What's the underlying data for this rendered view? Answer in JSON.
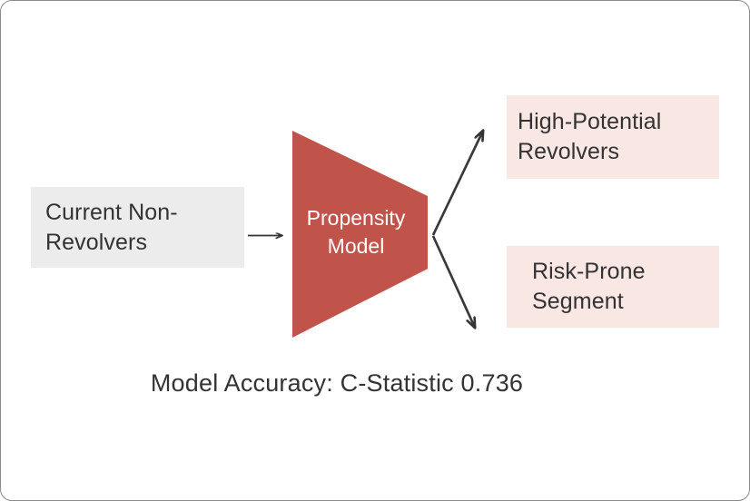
{
  "diagram": {
    "title_caption": "Model Accuracy: C-Statistic 0.736",
    "source_node": {
      "label": "Current Non-\nRevolvers",
      "fill": "#ececec"
    },
    "process_node": {
      "label": "Propensity\nModel",
      "fill": "#c0544a",
      "text_color": "#ffffff",
      "shape": "funnel-right"
    },
    "outcome_nodes": [
      {
        "label": "High-Potential\nRevolvers",
        "fill": "#f8e7e3"
      },
      {
        "label": "Risk-Prone\nSegment",
        "fill": "#f8e7e3"
      }
    ],
    "connectors": [
      {
        "name": "input-arrow",
        "from": "Current Non-Revolvers",
        "to": "Propensity Model"
      },
      {
        "name": "output-arrow-upper",
        "from": "Propensity Model",
        "to": "High-Potential Revolvers"
      },
      {
        "name": "output-arrow-lower",
        "from": "Propensity Model",
        "to": "Risk-Prone Segment"
      }
    ],
    "colors": {
      "accent": "#c0544a",
      "neutral_fill": "#ececec",
      "accent_fill": "#f8e7e3",
      "text": "#333333",
      "arrow": "#333333",
      "border": "#8a8a8a"
    }
  }
}
